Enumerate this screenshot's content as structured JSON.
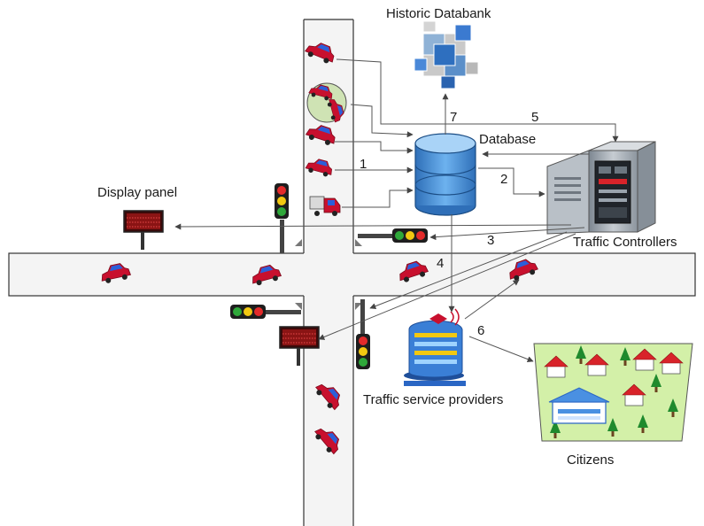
{
  "labels": {
    "historic_databank": "Historic Databank",
    "database": "Database",
    "display_panel": "Display panel",
    "traffic_controllers": "Traffic Controllers",
    "traffic_service_providers": "Traffic service providers",
    "citizens": "Citizens"
  },
  "flow_numbers": {
    "n1": "1",
    "n2": "2",
    "n3": "3",
    "n4": "4",
    "n5": "5",
    "n6": "6",
    "n7": "7"
  },
  "colors": {
    "road_fill": "#f4f4f4",
    "road_edge": "#333333",
    "car_body": "#c8102e",
    "car_window": "#2b5fd9",
    "database_blue": "#3f8fd6",
    "controller_gray": "#9aa3ad",
    "grass": "#d3f0a8",
    "arrow": "#555555"
  }
}
